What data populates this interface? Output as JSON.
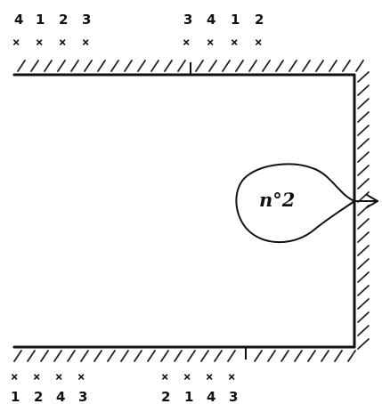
{
  "diagram": {
    "top_left_group": {
      "numbers": [
        "4",
        "1",
        "2",
        "3"
      ],
      "marks": [
        "×",
        "×",
        "×",
        "×"
      ]
    },
    "top_right_group": {
      "numbers": [
        "3",
        "4",
        "1",
        "2"
      ],
      "marks": [
        "×",
        "×",
        "×",
        "×"
      ]
    },
    "bottom_left_group": {
      "marks": [
        "×",
        "×",
        "×",
        "×"
      ],
      "numbers": [
        "1",
        "2",
        "4",
        "3"
      ]
    },
    "bottom_right_group": {
      "marks": [
        "×",
        "×",
        "×",
        "×"
      ],
      "numbers": [
        "2",
        "1",
        "4",
        "3"
      ]
    },
    "balloon_label": "n°2"
  }
}
